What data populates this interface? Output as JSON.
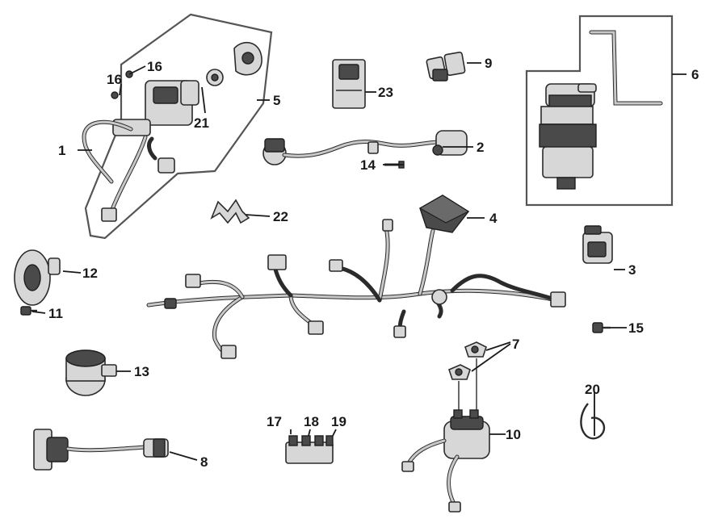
{
  "diagram": {
    "callouts": [
      {
        "id": "c1",
        "label": "1"
      },
      {
        "id": "c2",
        "label": "2"
      },
      {
        "id": "c3",
        "label": "3"
      },
      {
        "id": "c4",
        "label": "4"
      },
      {
        "id": "c5",
        "label": "5"
      },
      {
        "id": "c6",
        "label": "6"
      },
      {
        "id": "c7",
        "label": "7"
      },
      {
        "id": "c8",
        "label": "8"
      },
      {
        "id": "c9",
        "label": "9"
      },
      {
        "id": "c10",
        "label": "10"
      },
      {
        "id": "c11",
        "label": "11"
      },
      {
        "id": "c12",
        "label": "12"
      },
      {
        "id": "c13",
        "label": "13"
      },
      {
        "id": "c14",
        "label": "14"
      },
      {
        "id": "c15",
        "label": "15"
      },
      {
        "id": "c16a",
        "label": "16"
      },
      {
        "id": "c16b",
        "label": "16"
      },
      {
        "id": "c17",
        "label": "17"
      },
      {
        "id": "c18",
        "label": "18"
      },
      {
        "id": "c19",
        "label": "19"
      },
      {
        "id": "c20",
        "label": "20"
      },
      {
        "id": "c21",
        "label": "21"
      },
      {
        "id": "c22",
        "label": "22"
      },
      {
        "id": "c23",
        "label": "23"
      }
    ]
  }
}
